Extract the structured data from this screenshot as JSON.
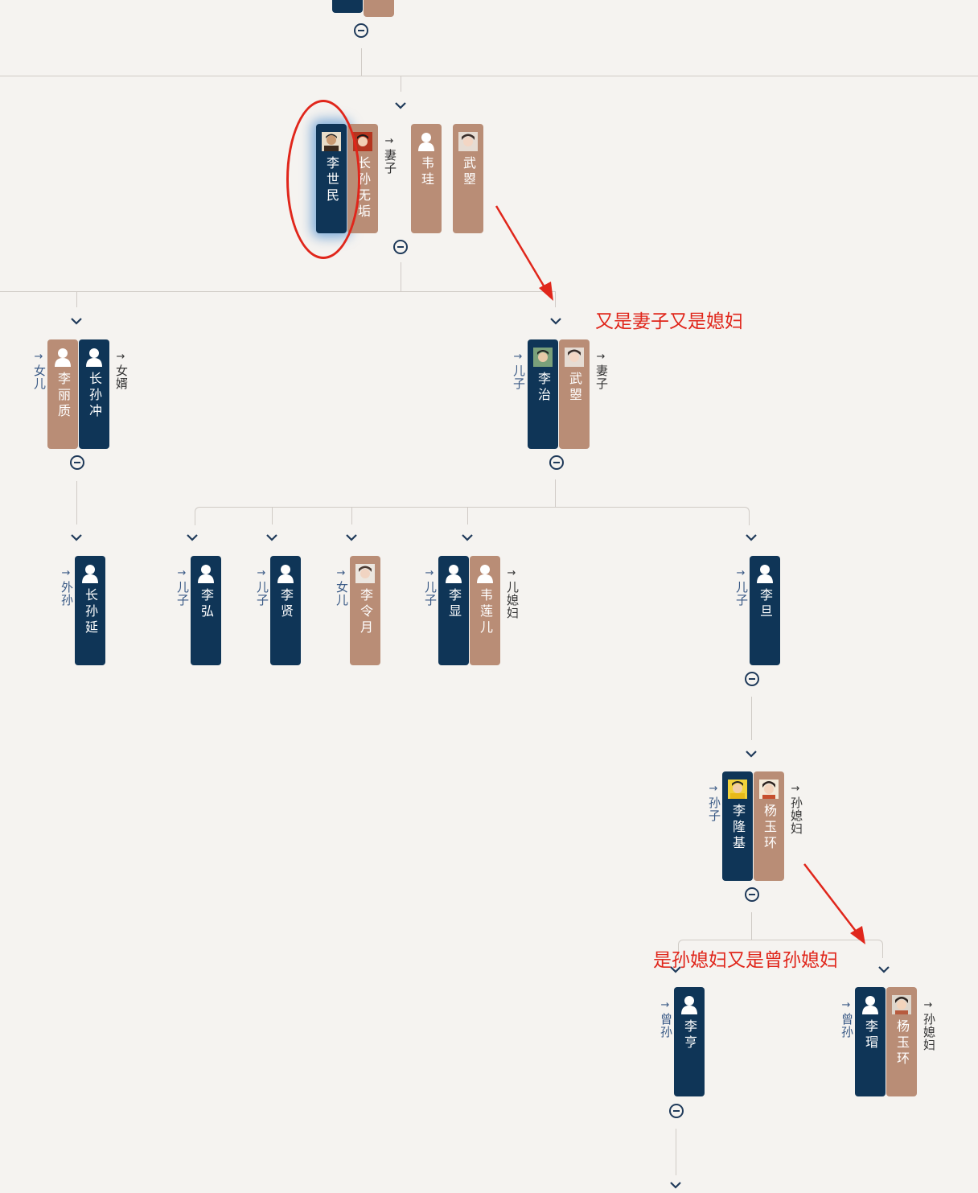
{
  "people": {
    "li_shimin": {
      "name": "李世民"
    },
    "zhangsun_wugou": {
      "name": "长孙无垢"
    },
    "wei_gui": {
      "name": "韦珪"
    },
    "wu_zhao_1": {
      "name": "武曌"
    },
    "li_lizhi": {
      "name": "李丽质"
    },
    "zhangsun_chong": {
      "name": "长孙冲"
    },
    "li_zhi": {
      "name": "李治"
    },
    "wu_zhao_2": {
      "name": "武曌"
    },
    "zhangsun_yan": {
      "name": "长孙延"
    },
    "li_hong": {
      "name": "李弘"
    },
    "li_xian_a": {
      "name": "李贤"
    },
    "li_lingyue": {
      "name": "李令月"
    },
    "li_xian_b": {
      "name": "李显"
    },
    "wei_lianer": {
      "name": "韦莲儿"
    },
    "li_dan": {
      "name": "李旦"
    },
    "li_longji": {
      "name": "李隆基"
    },
    "yang_yuhuan_1": {
      "name": "杨玉环"
    },
    "li_heng": {
      "name": "李亨"
    },
    "li_mao": {
      "name": "李瑁"
    },
    "yang_yuhuan_2": {
      "name": "杨玉环"
    }
  },
  "relations": {
    "arrow": "→",
    "wife": "妻子",
    "daughter": "女儿",
    "son_in_law": "女婿",
    "son": "儿子",
    "wife_2": "妻子",
    "grandson_daughter_side": "外孙",
    "son_hong": "儿子",
    "son_xian": "儿子",
    "daughter_lingyue": "女儿",
    "son_xian2": "儿子",
    "daughter_in_law": "儿媳妇",
    "son_dan": "儿子",
    "grandson": "孙子",
    "granddaughter_in_law": "孙媳妇",
    "great_grandson_heng": "曾孙",
    "great_grandson_mao": "曾孙",
    "granddaughter_in_law_2": "孙媳妇"
  },
  "annotations": {
    "wu_zhao_note": "又是妻子又是媳妇",
    "yang_yuhuan_note": "是孙媳妇又是曾孙媳妇"
  },
  "colors": {
    "male": "#0f3557",
    "female": "#b98d76",
    "annotation": "#e0261b",
    "connector": "#d0cbc6"
  },
  "icons": {
    "default_avatar": "person-silhouette-icon",
    "photo_avatar": "portrait-photo-icon",
    "expand": "chevron-down-icon",
    "collapse": "minus-circle-icon"
  }
}
